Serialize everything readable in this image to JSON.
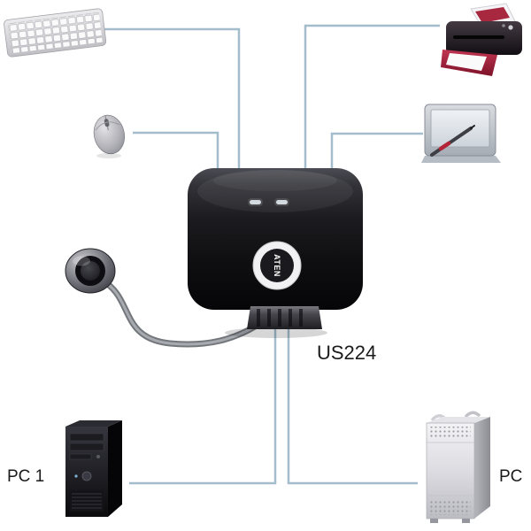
{
  "labels": {
    "switch": "US224",
    "pc1": "PC 1",
    "pc2": "PC",
    "logo": "ATEN"
  },
  "diagram": {
    "type": "connection-diagram",
    "description": "USB peripheral sharing switch wiring diagram",
    "nodes": [
      {
        "id": "keyboard",
        "kind": "peripheral"
      },
      {
        "id": "mouse",
        "kind": "peripheral"
      },
      {
        "id": "printer",
        "kind": "peripheral"
      },
      {
        "id": "graphics-tablet",
        "kind": "peripheral"
      },
      {
        "id": "remote-port-selector",
        "kind": "accessory"
      },
      {
        "id": "us224-switch",
        "kind": "hub",
        "label": "US224"
      },
      {
        "id": "pc1",
        "kind": "computer",
        "label": "PC 1"
      },
      {
        "id": "pc2",
        "kind": "computer",
        "label": "PC"
      }
    ],
    "connections": [
      {
        "from": "keyboard",
        "to": "us224-switch"
      },
      {
        "from": "mouse",
        "to": "us224-switch"
      },
      {
        "from": "printer",
        "to": "us224-switch"
      },
      {
        "from": "graphics-tablet",
        "to": "us224-switch"
      },
      {
        "from": "remote-port-selector",
        "to": "us224-switch"
      },
      {
        "from": "pc1",
        "to": "us224-switch"
      },
      {
        "from": "pc2",
        "to": "us224-switch"
      }
    ]
  },
  "colors": {
    "background": "#ffffff",
    "connection_line": "#a4bdcc",
    "switch_body": "#111114",
    "label_text": "#1a1a1a",
    "cable": "#8f9398"
  }
}
